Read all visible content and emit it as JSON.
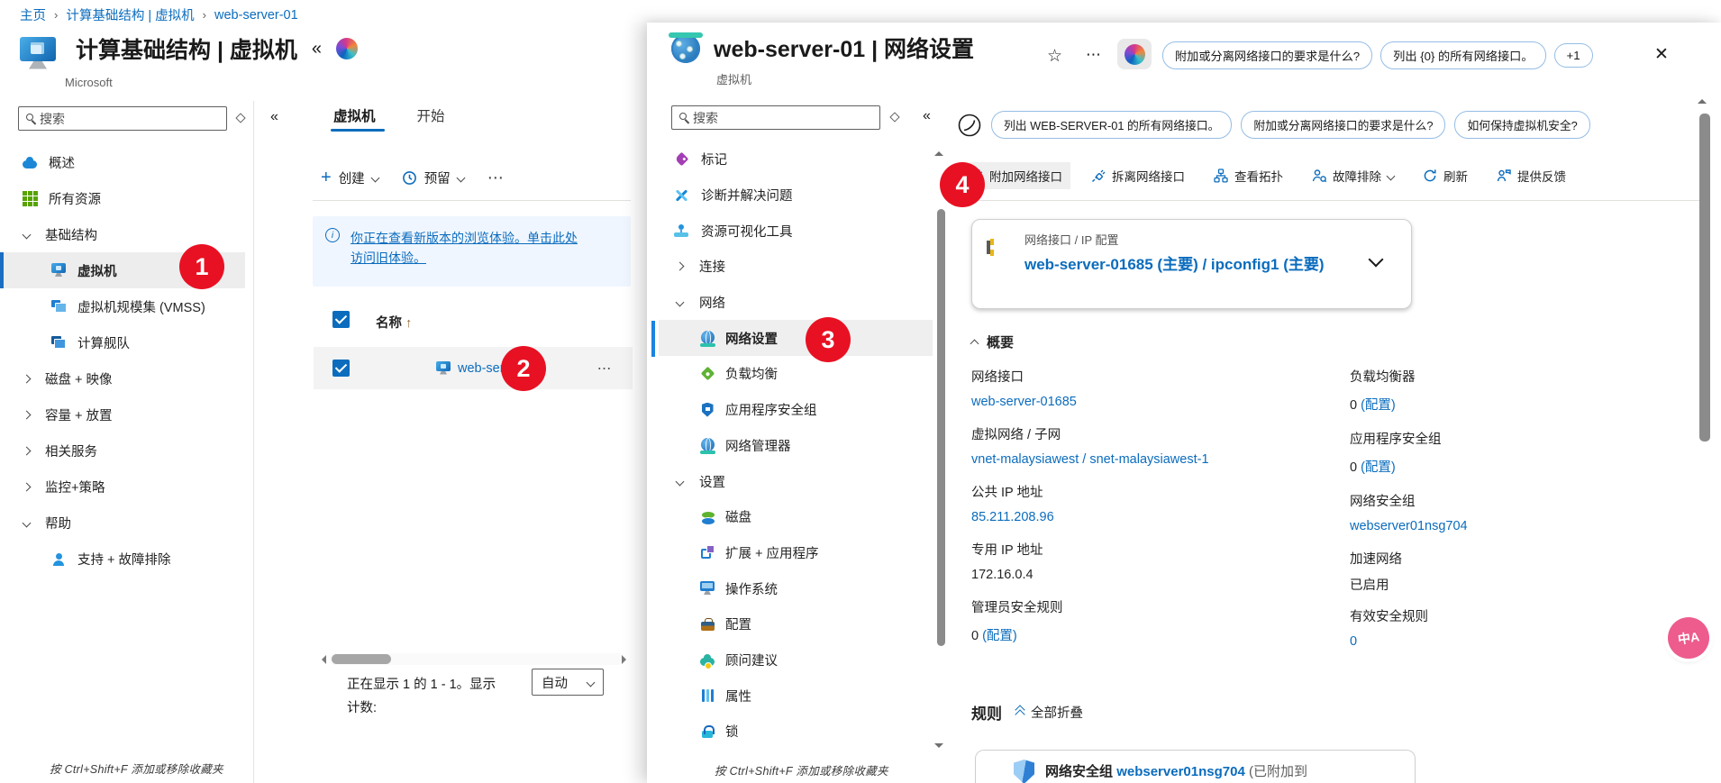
{
  "glyphs": {
    "star": "☆",
    "more": "⋯",
    "close": "✕",
    "sort_asc": "↑",
    "plus": "+",
    "collapse": "«",
    "crumb_sep": "›"
  },
  "colors": {
    "accent": "#0078d4",
    "link": "#0b6cbd",
    "step_badge": "#e81123",
    "banner_bg": "#f0f6ff",
    "selected_bg": "#ededed",
    "translate_fab": "#ed5c8c"
  },
  "breadcrumb": {
    "items": [
      "主页",
      "计算基础结构 | 虚拟机",
      "web-server-01"
    ]
  },
  "browse_blade": {
    "title": "计算基础结构",
    "title_suffix": "| 虚拟机",
    "publisher": "Microsoft",
    "search_placeholder": "搜索",
    "nav": [
      {
        "label": "概述",
        "icon": "cloud-overview-icon"
      },
      {
        "label": "所有资源",
        "icon": "all-resources-grid-icon"
      },
      {
        "label": "基础结构",
        "group": true,
        "expanded": true
      },
      {
        "label": "虚拟机",
        "icon": "vm-icon",
        "selected": true,
        "step_badge": "1"
      },
      {
        "label": "虚拟机规模集 (VMSS)",
        "icon": "vmss-icon"
      },
      {
        "label": "计算舰队",
        "icon": "compute-fleet-icon"
      },
      {
        "label": "磁盘 + 映像",
        "group": true
      },
      {
        "label": "容量 + 放置",
        "group": true
      },
      {
        "label": "相关服务",
        "group": true
      },
      {
        "label": "监控+策略",
        "group": true
      },
      {
        "label": "帮助",
        "group": true,
        "expanded": true
      },
      {
        "label": "支持 + 故障排除",
        "icon": "support-person-icon"
      }
    ],
    "favorites_hint": "按 Ctrl+Shift+F 添加或移除收藏夹"
  },
  "list_panel": {
    "tabs": [
      {
        "label": "虚拟机"
      },
      {
        "label": "开始"
      }
    ],
    "toolbar": {
      "create_label": "创建",
      "reserve_label": "预留"
    },
    "banner": {
      "line1": "你正在查看新版本的浏览体验。单击此处",
      "line2": "访问旧体验。"
    },
    "table": {
      "header_name": "名称",
      "row_name": "web-server-01",
      "step_badge": "2"
    },
    "pagination": {
      "line1": "正在显示 1 的 1 - 1。显示",
      "line2": "计数:",
      "page_size_label": "自动"
    }
  },
  "detail_panel": {
    "title": "web-server-01 | 网络设置",
    "subtitle": "虚拟机",
    "header_chips": [
      "附加或分离网络接口的要求是什么?",
      "列出 {0} 的所有网络接口。",
      "+1"
    ],
    "copilot_chips": [
      "列出 WEB-SERVER-01 的所有网络接口。",
      "附加或分离网络接口的要求是什么?",
      "如何保持虚拟机安全?"
    ],
    "toolbar": [
      {
        "label": "附加网络接口",
        "icon": "attach-nic-icon",
        "step_badge": "4"
      },
      {
        "label": "拆离网络接口",
        "icon": "detach-nic-icon"
      },
      {
        "label": "查看拓扑",
        "icon": "topology-icon"
      },
      {
        "label": "故障排除",
        "icon": "troubleshoot-icon",
        "chevron": true
      },
      {
        "label": "刷新",
        "icon": "refresh-icon"
      },
      {
        "label": "提供反馈",
        "icon": "feedback-icon"
      }
    ],
    "sidebar": {
      "search_placeholder": "搜索",
      "items": [
        {
          "label": "标记",
          "icon": "tag-icon"
        },
        {
          "label": "诊断并解决问题",
          "icon": "diagnostics-icon"
        },
        {
          "label": "资源可视化工具",
          "icon": "resource-visualizer-icon"
        },
        {
          "label": "连接",
          "group": true
        },
        {
          "label": "网络",
          "group": true,
          "expanded": true
        },
        {
          "label": "网络设置",
          "icon": "network-globe-icon",
          "selected": true,
          "step_badge": "3"
        },
        {
          "label": "负载均衡",
          "icon": "load-balancer-icon"
        },
        {
          "label": "应用程序安全组",
          "icon": "asg-shield-icon"
        },
        {
          "label": "网络管理器",
          "icon": "network-manager-icon"
        },
        {
          "label": "设置",
          "group": true,
          "expanded": true
        },
        {
          "label": "磁盘",
          "icon": "disks-icon"
        },
        {
          "label": "扩展 + 应用程序",
          "icon": "extensions-icon"
        },
        {
          "label": "操作系统",
          "icon": "os-monitor-icon"
        },
        {
          "label": "配置",
          "icon": "configuration-icon"
        },
        {
          "label": "顾问建议",
          "icon": "advisor-icon"
        },
        {
          "label": "属性",
          "icon": "properties-icon"
        },
        {
          "label": "锁",
          "icon": "lock-icon"
        }
      ],
      "favorites_hint": "按 Ctrl+Shift+F 添加或移除收藏夹"
    },
    "nic_card": {
      "label": "网络接口 / IP 配置",
      "link": "web-server-01685 (主要) / ipconfig1 (主要)"
    },
    "essentials": {
      "title": "概要",
      "left": [
        {
          "label": "网络接口",
          "link": "web-server-01685"
        },
        {
          "label": "虚拟网络 / 子网",
          "link": "vnet-malaysiawest / snet-malaysiawest-1"
        },
        {
          "label": "公共 IP 地址",
          "link": "85.211.208.96"
        },
        {
          "label": "专用 IP 地址",
          "text": "172.16.0.4"
        },
        {
          "label": "管理员安全规则",
          "text": "0 ",
          "link": "(配置)"
        }
      ],
      "right": [
        {
          "label": "负载均衡器",
          "text": "0 ",
          "link": "(配置)"
        },
        {
          "label": "应用程序安全组",
          "text": "0 ",
          "link": "(配置)"
        },
        {
          "label": "网络安全组",
          "link": "webserver01nsg704"
        },
        {
          "label": "加速网络",
          "text": "已启用"
        },
        {
          "label": "有效安全规则",
          "link": "0"
        }
      ]
    },
    "rules": {
      "title": "规则",
      "collapse_all": "全部折叠",
      "nsg_prefix": "网络安全组",
      "nsg_link": "webserver01nsg704",
      "nsg_suffix": "(已附加到"
    },
    "translate_fab": {
      "label": "中A"
    }
  }
}
